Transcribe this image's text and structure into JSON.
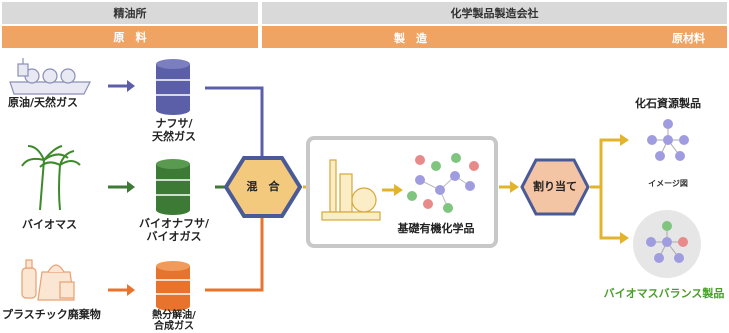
{
  "header": {
    "refinery": "精油所",
    "chemical_company": "化学製品製造会社",
    "raw_material": "原　料",
    "manufacturing": "製　造",
    "materials": "原材料"
  },
  "sources": [
    {
      "label": "原油/天然ガス",
      "feedstock": "ナフサ/\n天然ガス",
      "color": "#5b5fa8"
    },
    {
      "label": "バイオマス",
      "feedstock": "バイオナフサ/\nバイオガス",
      "color": "#3d7a35"
    },
    {
      "label": "プラスチック廃棄物",
      "feedstock": "熱分解油/\n合成ガス",
      "color": "#e8732c"
    }
  ],
  "mix_label": "混　合",
  "process_label": "基礎有機化学品",
  "allocation_label": "割り当て",
  "outputs": {
    "fossil": "化石資源製品",
    "image_note": "イメージ図",
    "biomass_balance": "バイオマスバランス製品"
  },
  "colors": {
    "header_gray": "#d9d9d9",
    "header_orange": "#f0a463",
    "gold_arrow": "#e2b42c",
    "hex_outline": "#4a5a97",
    "hex_fill": "#f3c97d",
    "alloc_fill": "#f4c5a5",
    "bio_label": "#4a9e2a"
  }
}
